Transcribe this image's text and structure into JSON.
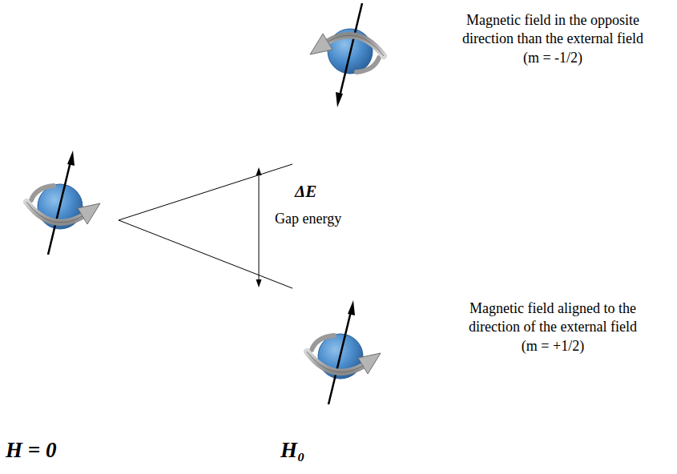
{
  "diagram": {
    "labels": [
      "Magnetic field in the opposite direction than the external field",
      "(m = -1/2)",
      "ΔE",
      "Gap energy",
      "Magnetic field aligned to the direction of the external field",
      "(m = +1/2)",
      "H = 0",
      "H₀"
    ]
  }
}
